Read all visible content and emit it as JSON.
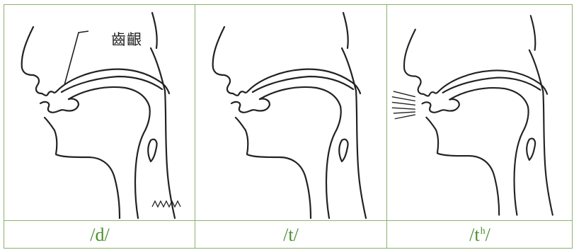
{
  "panels": [
    {
      "label": "/d/",
      "features": [
        "gingiva-annotation",
        "vocal-fold-vibration"
      ]
    },
    {
      "label": "/t/",
      "features": []
    },
    {
      "label_base": "/t",
      "label_sup": "h",
      "label_end": "/",
      "features": [
        "aspiration-airflow"
      ]
    }
  ],
  "annotation": {
    "text": "齒齦"
  },
  "colors": {
    "border": "#8bb36a",
    "label": "#4b8f2f",
    "line": "#222222"
  }
}
